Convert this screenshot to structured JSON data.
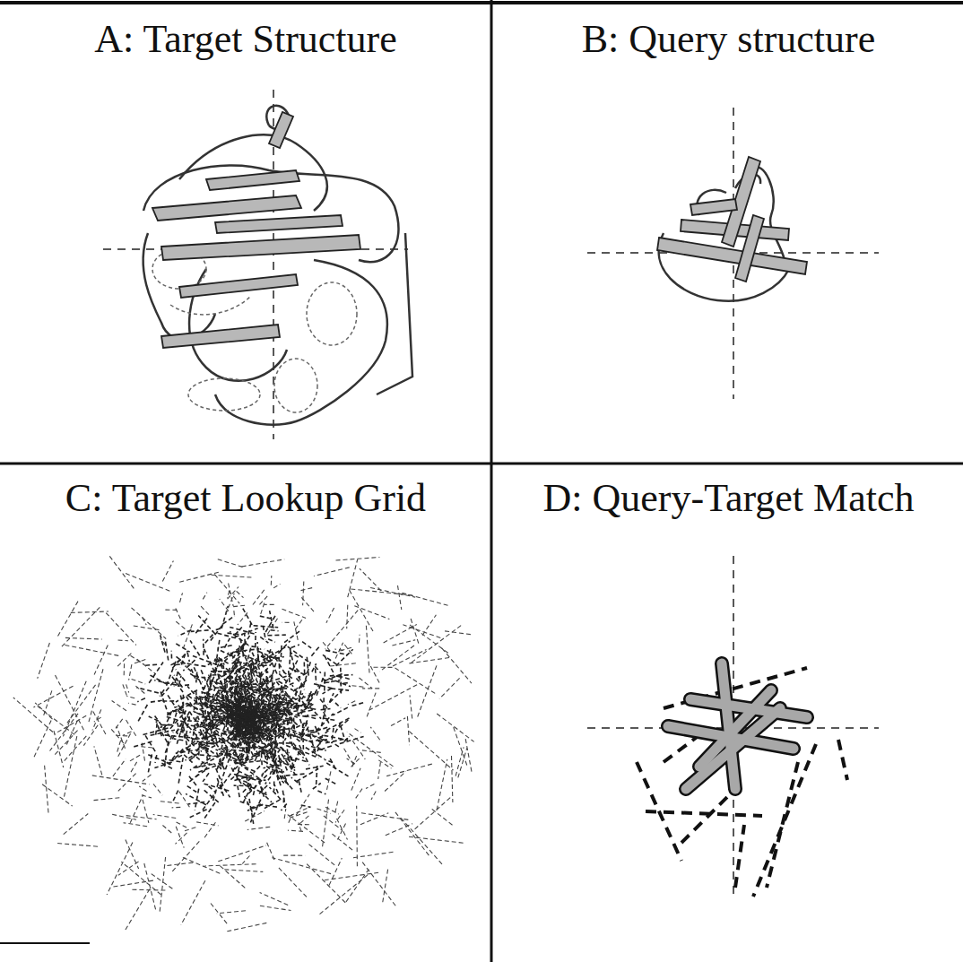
{
  "diagram": {
    "nodes": [
      {
        "text": [
          "A: Target Structure"
        ]
      },
      {
        "text": [
          "B: Query structure"
        ]
      },
      {
        "text": [
          "C: Target Lookup Grid"
        ]
      },
      {
        "text": [
          "D: Query-Target Match"
        ]
      }
    ]
  }
}
